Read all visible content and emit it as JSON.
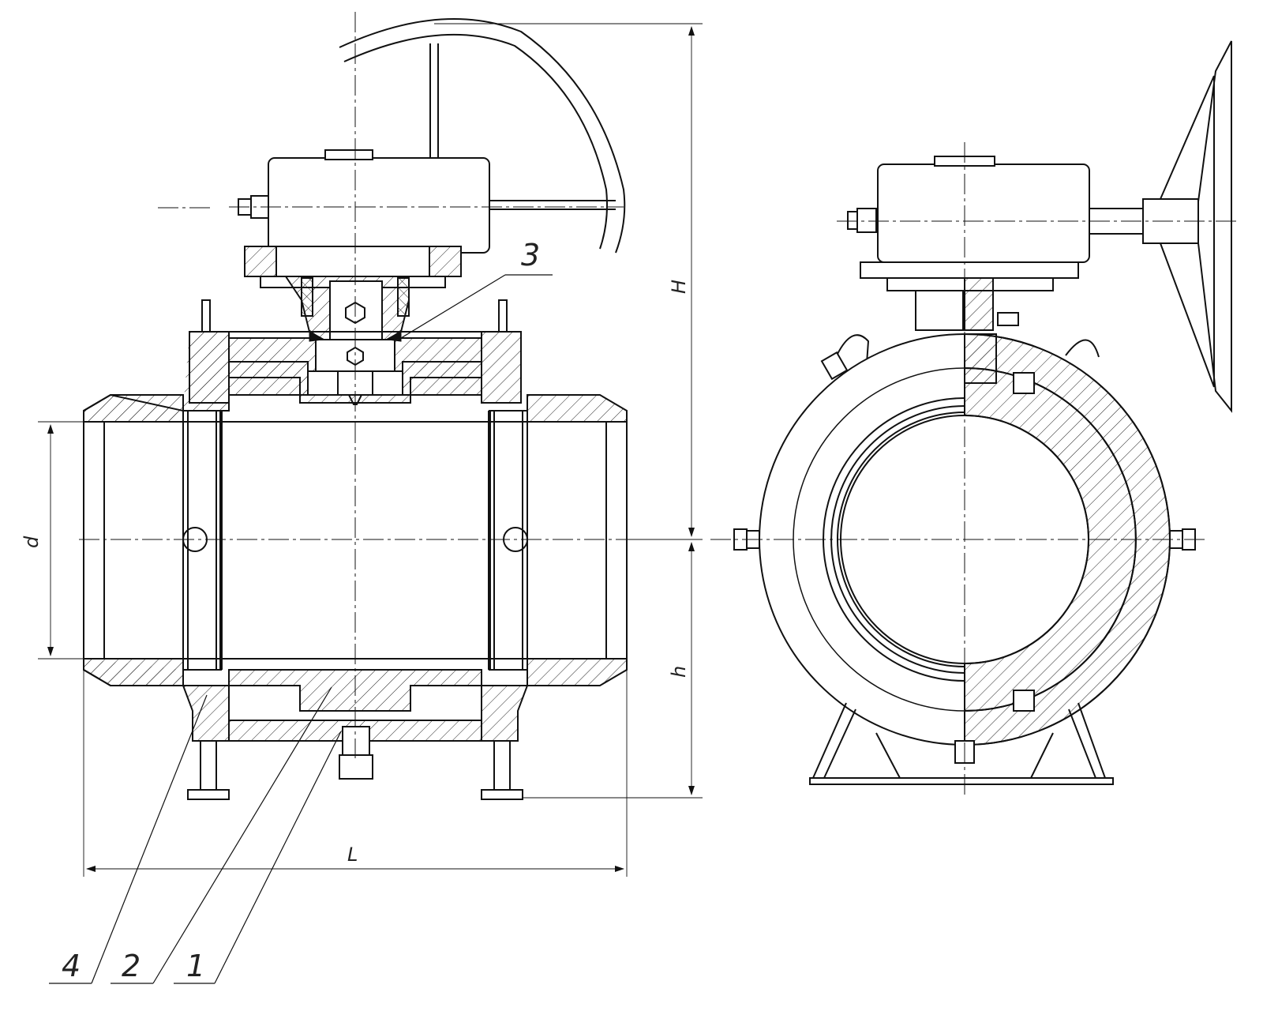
{
  "labels": {
    "callout_1": "1",
    "callout_2": "2",
    "callout_3": "3",
    "callout_4": "4"
  },
  "dimensions": {
    "overall_height": "H",
    "center_height": "h",
    "bore_diameter": "d",
    "face_to_face_length": "L"
  }
}
